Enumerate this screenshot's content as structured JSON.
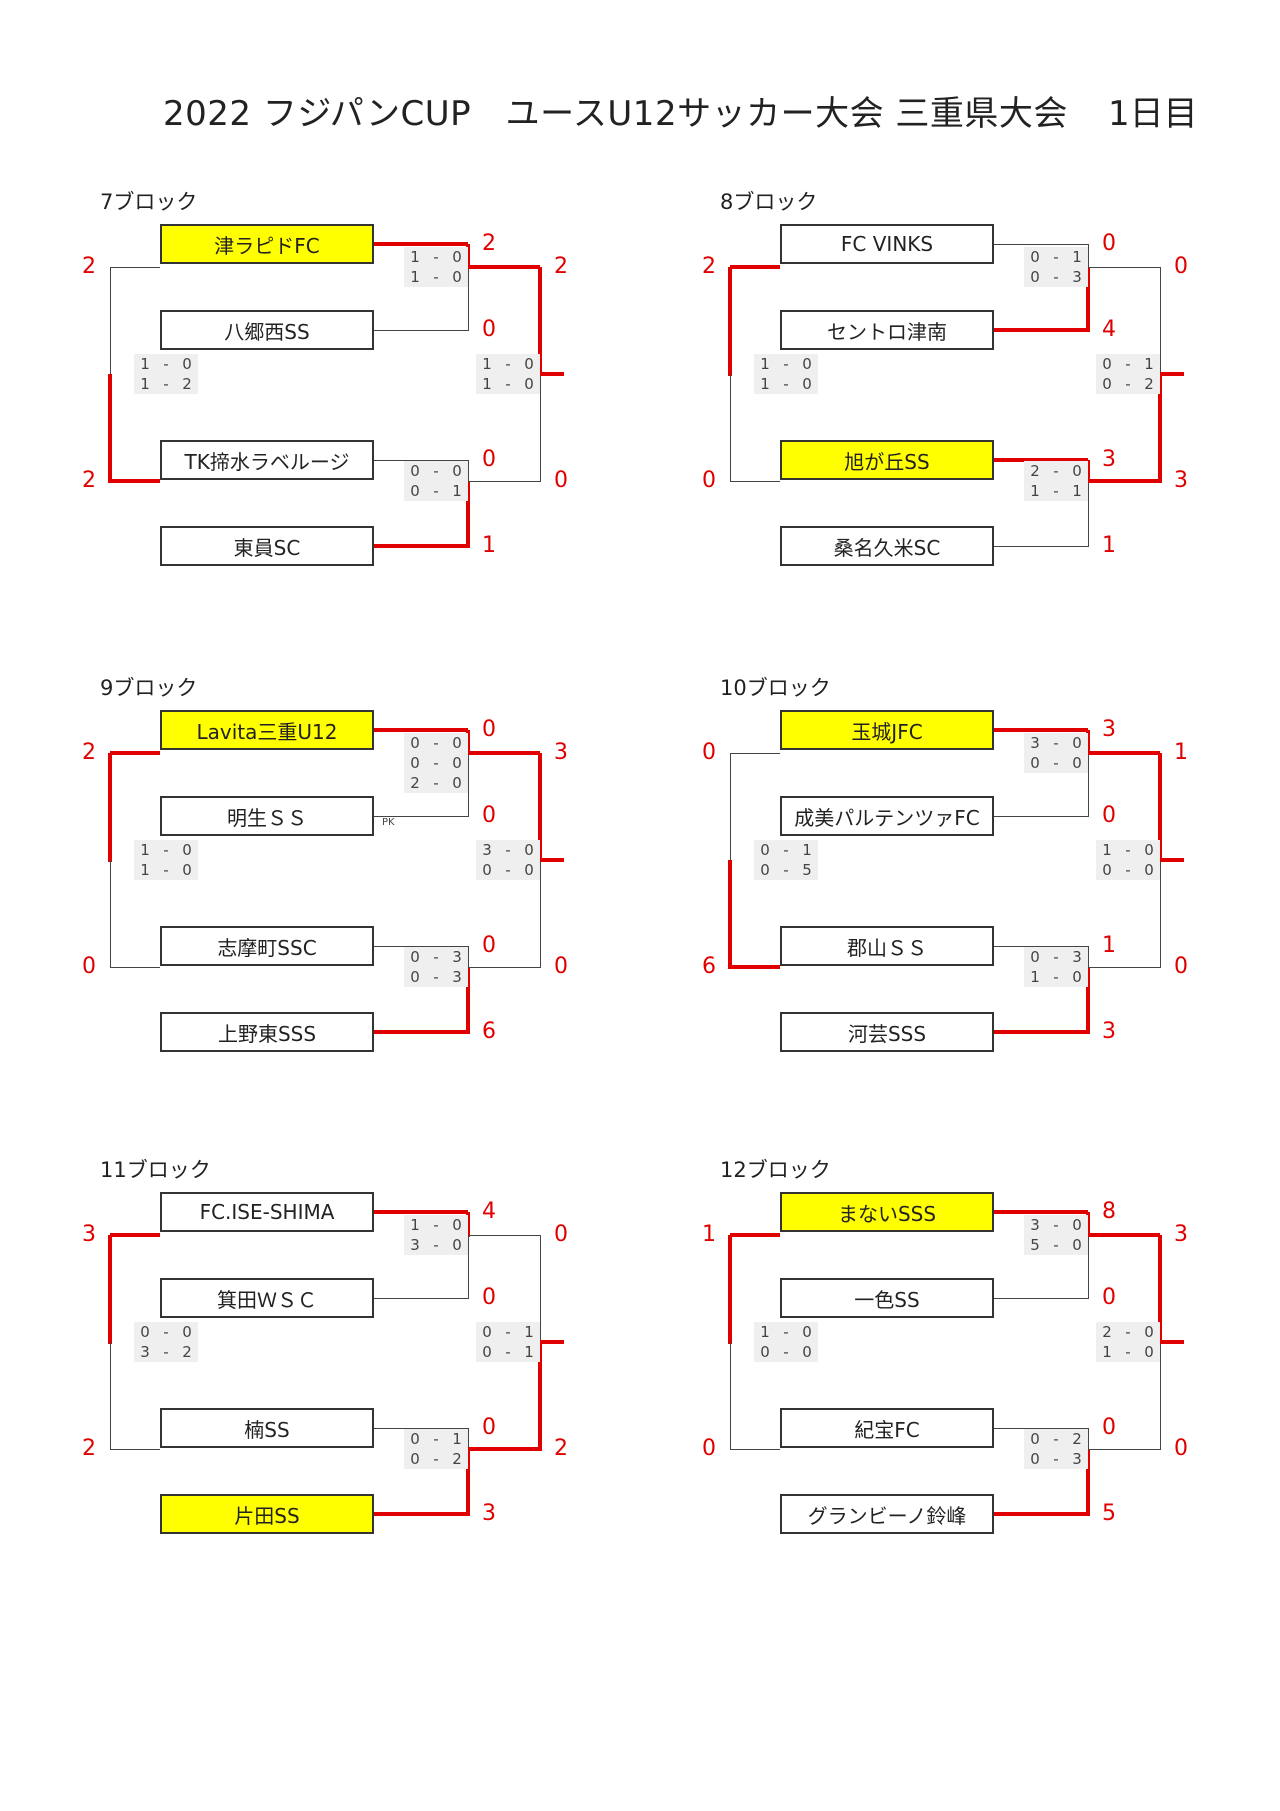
{
  "title": "2022 フジパンCUP　ユースU12サッカー大会 三重県大会",
  "day": "1日目",
  "blocks": [
    {
      "name": "7ブロック",
      "teams": [
        {
          "name": "津ラピドFC",
          "highlight": true
        },
        {
          "name": "八郷西SS",
          "highlight": false
        },
        {
          "name": "TK揥水ラベルージ",
          "highlight": false
        },
        {
          "name": "東員SC",
          "highlight": false
        }
      ],
      "top_match": {
        "scores": [
          "2",
          "0"
        ],
        "periods": [
          [
            "1",
            "0"
          ],
          [
            "1",
            "0"
          ]
        ],
        "winner": 0
      },
      "bottom_match": {
        "scores": [
          "0",
          "1"
        ],
        "periods": [
          [
            "0",
            "0"
          ],
          [
            "0",
            "1"
          ]
        ],
        "winner": 1
      },
      "left_match": {
        "scores": [
          "2",
          "2"
        ],
        "periods": [
          [
            "1",
            "0"
          ],
          [
            "1",
            "2"
          ]
        ],
        "winner": 1
      },
      "right_match": {
        "scores": [
          "2",
          "0"
        ],
        "periods": [
          [
            "1",
            "0"
          ],
          [
            "1",
            "0"
          ]
        ],
        "winner": 0
      }
    },
    {
      "name": "8ブロック",
      "teams": [
        {
          "name": "FC VINKS",
          "highlight": false
        },
        {
          "name": "セントロ津南",
          "highlight": false
        },
        {
          "name": "旭が丘SS",
          "highlight": true
        },
        {
          "name": "桑名久米SC",
          "highlight": false
        }
      ],
      "top_match": {
        "scores": [
          "0",
          "4"
        ],
        "periods": [
          [
            "0",
            "1"
          ],
          [
            "0",
            "3"
          ]
        ],
        "winner": 1
      },
      "bottom_match": {
        "scores": [
          "3",
          "1"
        ],
        "periods": [
          [
            "2",
            "0"
          ],
          [
            "1",
            "1"
          ]
        ],
        "winner": 0
      },
      "left_match": {
        "scores": [
          "2",
          "0"
        ],
        "periods": [
          [
            "1",
            "0"
          ],
          [
            "1",
            "0"
          ]
        ],
        "winner": 0
      },
      "right_match": {
        "scores": [
          "0",
          "3"
        ],
        "periods": [
          [
            "0",
            "1"
          ],
          [
            "0",
            "2"
          ]
        ],
        "winner": 1
      }
    },
    {
      "name": "9ブロック",
      "teams": [
        {
          "name": "Lavita三重U12",
          "highlight": true
        },
        {
          "name": "明生ＳＳ",
          "highlight": false
        },
        {
          "name": "志摩町SSC",
          "highlight": false
        },
        {
          "name": "上野東SSS",
          "highlight": false
        }
      ],
      "top_match": {
        "scores": [
          "0",
          "0"
        ],
        "periods": [
          [
            "0",
            "0"
          ],
          [
            "0",
            "0"
          ]
        ],
        "pk": {
          "label": "PK",
          "a": "2",
          "b": "0"
        },
        "winner": 0
      },
      "bottom_match": {
        "scores": [
          "0",
          "6"
        ],
        "periods": [
          [
            "0",
            "3"
          ],
          [
            "0",
            "3"
          ]
        ],
        "winner": 1
      },
      "left_match": {
        "scores": [
          "2",
          "0"
        ],
        "periods": [
          [
            "1",
            "0"
          ],
          [
            "1",
            "0"
          ]
        ],
        "winner": 0
      },
      "right_match": {
        "scores": [
          "3",
          "0"
        ],
        "periods": [
          [
            "3",
            "0"
          ],
          [
            "0",
            "0"
          ]
        ],
        "winner": 0
      }
    },
    {
      "name": "10ブロック",
      "teams": [
        {
          "name": "玉城JFC",
          "highlight": true
        },
        {
          "name": "成美パルテンツァFC",
          "highlight": false
        },
        {
          "name": "郡山ＳＳ",
          "highlight": false
        },
        {
          "name": "河芸SSS",
          "highlight": false
        }
      ],
      "top_match": {
        "scores": [
          "3",
          "0"
        ],
        "periods": [
          [
            "3",
            "0"
          ],
          [
            "0",
            "0"
          ]
        ],
        "winner": 0
      },
      "bottom_match": {
        "scores": [
          "1",
          "3"
        ],
        "periods": [
          [
            "0",
            "3"
          ],
          [
            "1",
            "0"
          ]
        ],
        "winner": 1
      },
      "left_match": {
        "scores": [
          "0",
          "6"
        ],
        "periods": [
          [
            "0",
            "1"
          ],
          [
            "0",
            "5"
          ]
        ],
        "winner": 1
      },
      "right_match": {
        "scores": [
          "1",
          "0"
        ],
        "periods": [
          [
            "1",
            "0"
          ],
          [
            "0",
            "0"
          ]
        ],
        "winner": 0
      }
    },
    {
      "name": "11ブロック",
      "teams": [
        {
          "name": "FC.ISE-SHIMA",
          "highlight": false
        },
        {
          "name": "箕田ＷＳＣ",
          "highlight": false
        },
        {
          "name": "楠SS",
          "highlight": false
        },
        {
          "name": "片田SS",
          "highlight": true
        }
      ],
      "top_match": {
        "scores": [
          "4",
          "0"
        ],
        "periods": [
          [
            "1",
            "0"
          ],
          [
            "3",
            "0"
          ]
        ],
        "winner": 0
      },
      "bottom_match": {
        "scores": [
          "0",
          "3"
        ],
        "periods": [
          [
            "0",
            "1"
          ],
          [
            "0",
            "2"
          ]
        ],
        "winner": 1
      },
      "left_match": {
        "scores": [
          "3",
          "2"
        ],
        "periods": [
          [
            "0",
            "0"
          ],
          [
            "3",
            "2"
          ]
        ],
        "winner": 0
      },
      "right_match": {
        "scores": [
          "0",
          "2"
        ],
        "periods": [
          [
            "0",
            "1"
          ],
          [
            "0",
            "1"
          ]
        ],
        "winner": 1
      }
    },
    {
      "name": "12ブロック",
      "teams": [
        {
          "name": "まないSSS",
          "highlight": true
        },
        {
          "name": "一色SS",
          "highlight": false
        },
        {
          "name": "紀宝FC",
          "highlight": false
        },
        {
          "name": "グランビーノ鈴峰",
          "highlight": false
        }
      ],
      "top_match": {
        "scores": [
          "8",
          "0"
        ],
        "periods": [
          [
            "3",
            "0"
          ],
          [
            "5",
            "0"
          ]
        ],
        "winner": 0
      },
      "bottom_match": {
        "scores": [
          "0",
          "5"
        ],
        "periods": [
          [
            "0",
            "2"
          ],
          [
            "0",
            "3"
          ]
        ],
        "winner": 1
      },
      "left_match": {
        "scores": [
          "1",
          "0"
        ],
        "periods": [
          [
            "1",
            "0"
          ],
          [
            "0",
            "0"
          ]
        ],
        "winner": 0
      },
      "right_match": {
        "scores": [
          "3",
          "0"
        ],
        "periods": [
          [
            "2",
            "0"
          ],
          [
            "1",
            "0"
          ]
        ],
        "winner": 0
      }
    }
  ],
  "colors": {
    "winner_line": "#e00000",
    "highlight": "#ffff00",
    "line": "#444444"
  }
}
